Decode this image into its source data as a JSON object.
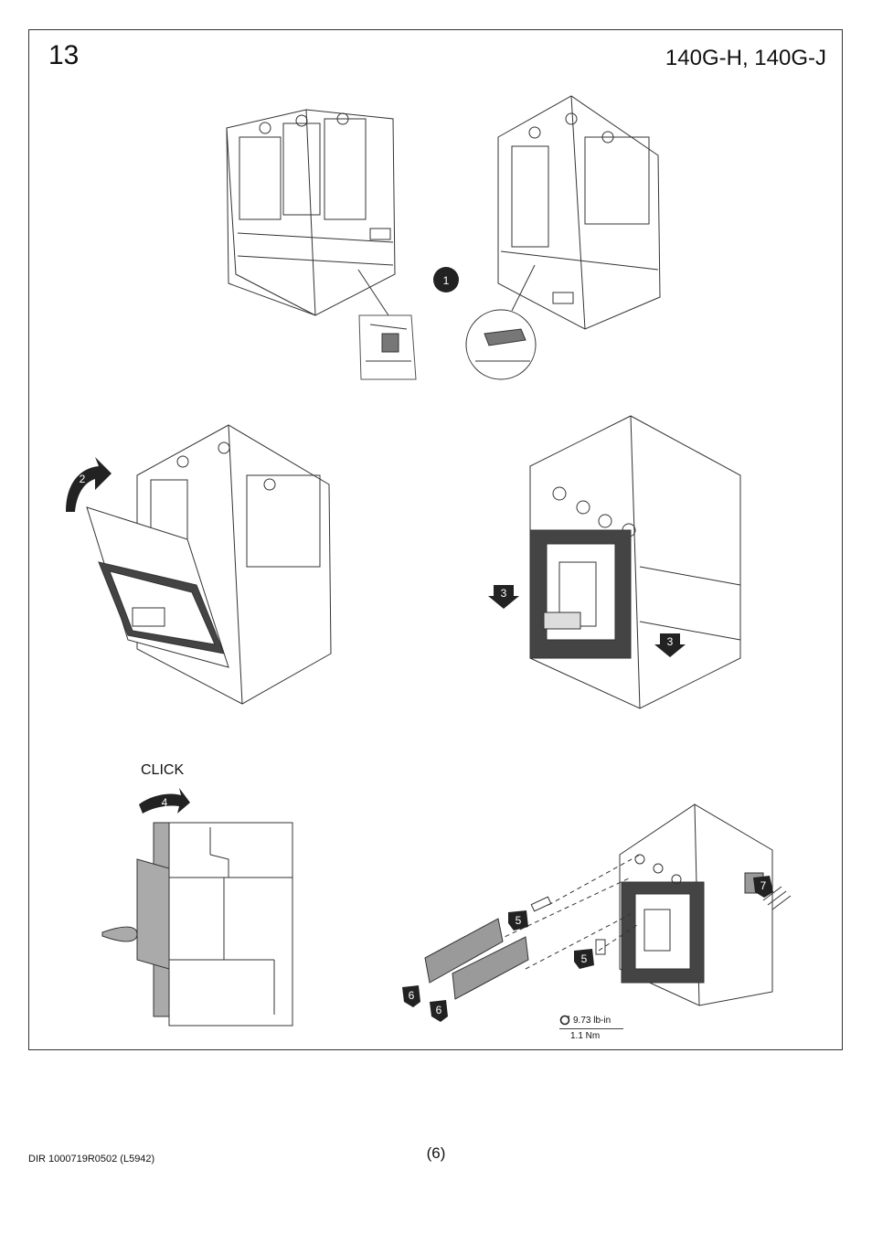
{
  "header": {
    "step_number": "13",
    "model_title": "140G-H, 140G-J"
  },
  "callouts": {
    "step1": "1",
    "step2": "2",
    "step3": "3",
    "step4": "4",
    "step5": "5",
    "step6": "6",
    "step7": "7"
  },
  "click_label": "CLICK",
  "torque": {
    "imperial": "9.73 lb-in",
    "metric": "1.1 Nm"
  },
  "footer": {
    "doc_id": "DIR 1000719R0502 (L5942)",
    "page_number": "(6)"
  },
  "colors": {
    "line": "#333333",
    "callout_fill": "#222222",
    "cover_gray": "#9a9a9a"
  }
}
